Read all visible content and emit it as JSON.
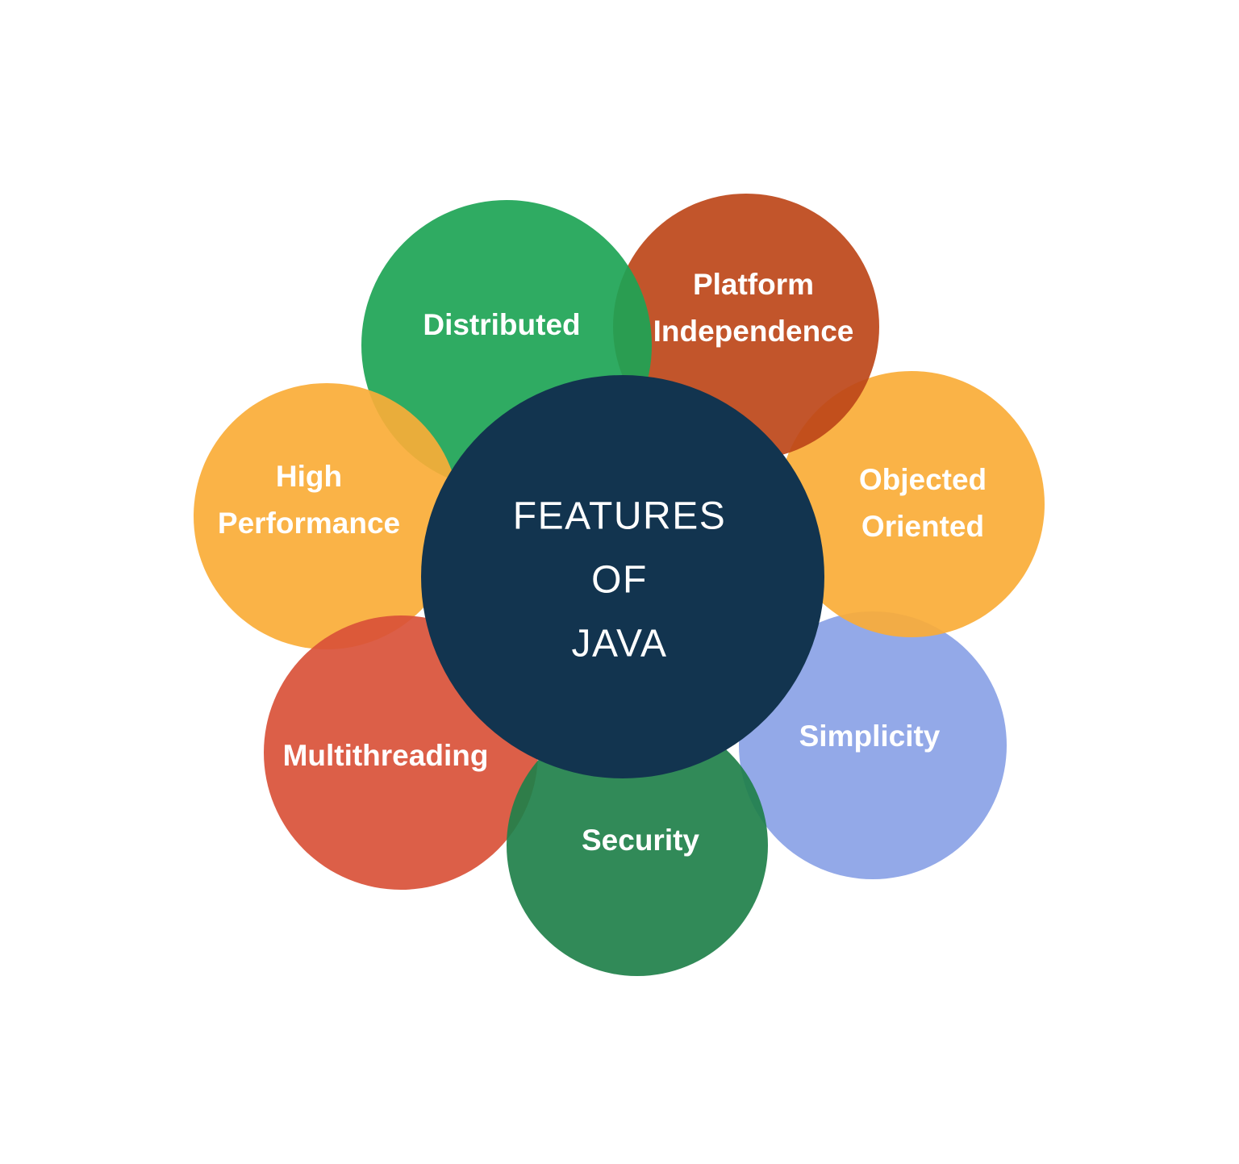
{
  "diagram": {
    "title": "FEATURES OF JAVA",
    "background": "#FFFFFF",
    "label_text_color": "#FFFFFF",
    "center": {
      "lines": [
        "FEATURES",
        "OF",
        "JAVA"
      ],
      "color": "#12344F",
      "fill": "#12344F"
    },
    "petals": [
      {
        "id": "distributed",
        "label": "Distributed",
        "lines": [
          "Distributed"
        ],
        "color": "#2FAB63",
        "fill": "rgba(29,164,85,0.92)"
      },
      {
        "id": "platform-independence",
        "label": "Platform Independence",
        "lines": [
          "Platform",
          "Independence"
        ],
        "color": "#C2552B",
        "fill": "rgba(189,70,25,0.92)"
      },
      {
        "id": "objected-oriented",
        "label": "Objected Oriented",
        "lines": [
          "Objected",
          "Oriented"
        ],
        "color": "#FAB347",
        "fill": "rgba(250,172,55,0.92)"
      },
      {
        "id": "simplicity",
        "label": "Simplicity",
        "lines": [
          "Simplicity"
        ],
        "color": "#93A9E8",
        "fill": "rgba(138,162,230,0.92)"
      },
      {
        "id": "security",
        "label": "Security",
        "lines": [
          "Security"
        ],
        "color": "#318A58",
        "fill": "rgba(31,128,74,0.92)"
      },
      {
        "id": "multithreading",
        "label": "Multithreading",
        "lines": [
          "Multithreading"
        ],
        "color": "#DC5F48",
        "fill": "rgba(217,81,56,0.92)"
      },
      {
        "id": "high-performance",
        "label": "High Performance",
        "lines": [
          "High",
          "Performance"
        ],
        "color": "#FAB347",
        "fill": "rgba(250,172,55,0.92)"
      }
    ]
  }
}
